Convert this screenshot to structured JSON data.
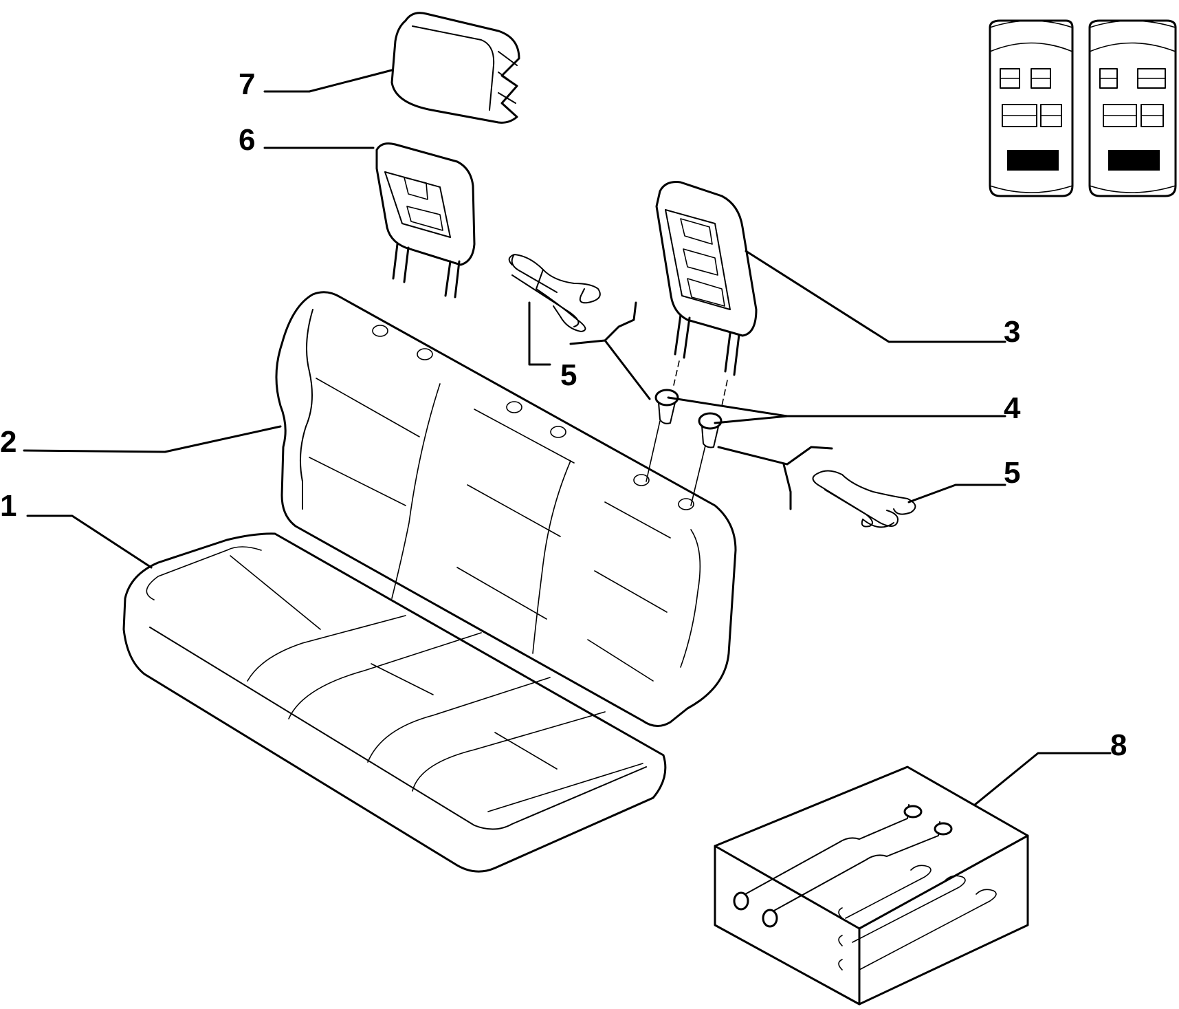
{
  "callouts": [
    {
      "id": "1",
      "label": "1",
      "part": "seat-cushion"
    },
    {
      "id": "2",
      "label": "2",
      "part": "seat-backrest"
    },
    {
      "id": "3",
      "label": "3",
      "part": "headrest-right"
    },
    {
      "id": "4",
      "label": "4",
      "part": "headrest-guide-bushings"
    },
    {
      "id": "5a",
      "label": "5",
      "part": "clip-upper"
    },
    {
      "id": "5b",
      "label": "5",
      "part": "clip-lower"
    },
    {
      "id": "6",
      "label": "6",
      "part": "headrest-left"
    },
    {
      "id": "7",
      "label": "7",
      "part": "headrest-cover"
    },
    {
      "id": "8",
      "label": "8",
      "part": "seat-heating-element"
    }
  ],
  "colors": {
    "line": "#000000",
    "background": "#ffffff"
  }
}
